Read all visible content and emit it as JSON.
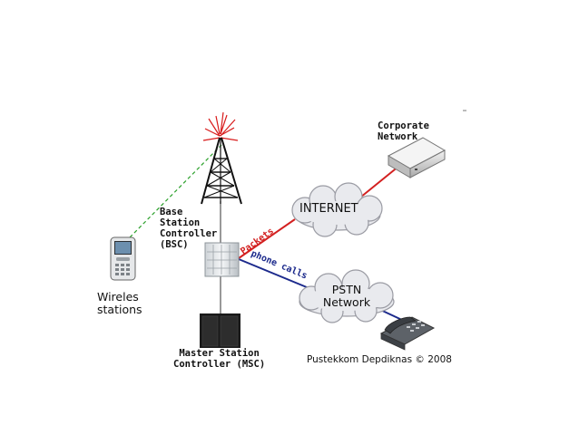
{
  "labels": {
    "corporate": "Corporate\nNetwork",
    "bsc": "Base\nStation\nController\n(BSC)",
    "wireless": "Wireles\nstations",
    "msc": "Master Station\nController (MSC)",
    "credit": "Pustekkom Depdiknas © 2008",
    "internet": "INTERNET",
    "pstn": "PSTN\nNetwork",
    "packets": "Packets",
    "phone_calls": "phone calls"
  },
  "colors": {
    "packets_link": "#d32020",
    "phone_link": "#1c2a8c",
    "wireless_link": "#2aa02a",
    "antenna_signal": "#d81a1a",
    "tower": "#111111",
    "cloud_fill": "#e9eaee",
    "cloud_stroke": "#9a9ba3"
  },
  "icons": [
    "tower-icon",
    "antenna-signal-icon",
    "mobile-phone-icon",
    "bsc-rack-icon",
    "msc-cabinet-icon",
    "router-icon",
    "desk-phone-icon",
    "internet-cloud-icon",
    "pstn-cloud-icon"
  ]
}
